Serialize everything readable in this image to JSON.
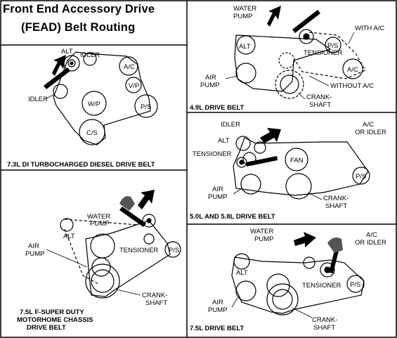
{
  "title": {
    "line1": "Front End Accessory Drive",
    "line2": "(FEAD) Belt Routing"
  },
  "panels": {
    "diesel73": {
      "caption": "7.3L DI TURBOCHARGED DIESEL DRIVE BELT",
      "labels": {
        "alt": "ALT",
        "idler_top": "IDLER",
        "idler_left": "IDLER",
        "ac": "A/C",
        "vp": "V/P",
        "wp": "W/P",
        "ps": "P/S",
        "cs": "C/S"
      }
    },
    "fsuper75": {
      "caption_line1": "7.5L F-SUPER DUTY",
      "caption_line2": "MOTORHOME CHASSIS",
      "caption_line3": "DRIVE BELT",
      "labels": {
        "alt": "ALT",
        "air_pump_1": "AIR",
        "air_pump_2": "PUMP",
        "water_pump_1": "WATER",
        "water_pump_2": "PUMP",
        "tensioner": "TENSIONER",
        "ps": "P/S",
        "crank_1": "CRANK-",
        "crank_2": "SHAFT"
      }
    },
    "belt49": {
      "caption": "4.9L DRIVE BELT",
      "labels": {
        "water_pump_1": "WATER",
        "water_pump_2": "PUMP",
        "with_ac": "WITH A/C",
        "alt": "ALT",
        "ps": "P/S",
        "tensioner": "TENSIONER",
        "ac": "A/C",
        "air_pump_1": "AIR",
        "air_pump_2": "PUMP",
        "without_ac": "WITHOUT A/C",
        "crank_1": "CRANK-",
        "crank_2": "SHAFT"
      }
    },
    "belt50_58": {
      "caption": "5.0L AND 5.8L DRIVE BELT",
      "labels": {
        "idler": "IDLER",
        "ac_or_idler_1": "A/C",
        "ac_or_idler_2": "OR IDLER",
        "alt": "ALT",
        "tensioner": "TENSIONER",
        "fan": "FAN",
        "ps": "P/S",
        "air_pump_1": "AIR",
        "air_pump_2": "PUMP",
        "crank_1": "CRANK-",
        "crank_2": "SHAFT"
      }
    },
    "belt75": {
      "caption": "7.5L DRIVE BELT",
      "labels": {
        "water_pump_1": "WATER",
        "water_pump_2": "PUMP",
        "ac_or_idler_1": "A/C",
        "ac_or_idler_2": "OR IDLER",
        "alt": "ALT",
        "tensioner": "TENSIONER",
        "ps": "P/S",
        "air_pump_1": "AIR",
        "air_pump_2": "PUMP",
        "crank_1": "CRANK-",
        "crank_2": "SHAFT"
      }
    }
  }
}
